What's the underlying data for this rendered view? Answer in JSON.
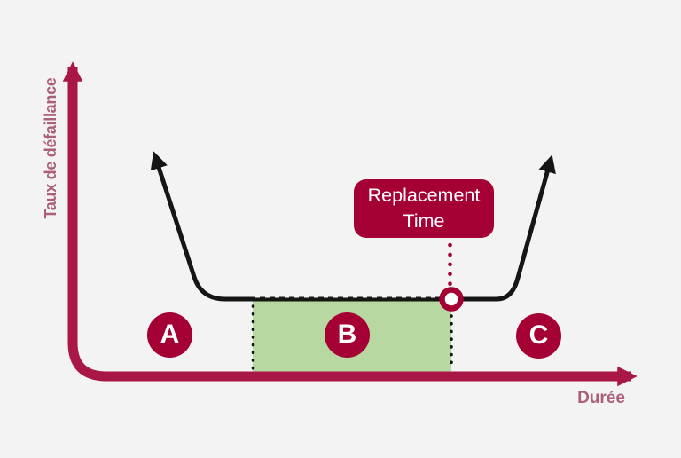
{
  "figure": {
    "y_axis_label": "Taux de défaillance",
    "x_axis_label": "Durée",
    "zones": [
      {
        "label": "A"
      },
      {
        "label": "B"
      },
      {
        "label": "C"
      }
    ],
    "highlighted_zone": "B",
    "callout": {
      "line1": "Replacement",
      "line2": "Time"
    }
  },
  "colors": {
    "background": "#f3f3f4",
    "primary_crimson": "#a50034",
    "axis_crimson": "#a81745",
    "axis_label_text": "#ab5f7b",
    "zone_highlight_green": "#b7d8a1",
    "curve_black": "#151515",
    "badge_text": "#ffffff"
  },
  "icons": {
    "marker": "replacement-point-marker",
    "y_axis_arrow": "up-arrow",
    "x_axis_arrow": "right-arrow",
    "curve_arrows": "curve-end-arrows"
  }
}
